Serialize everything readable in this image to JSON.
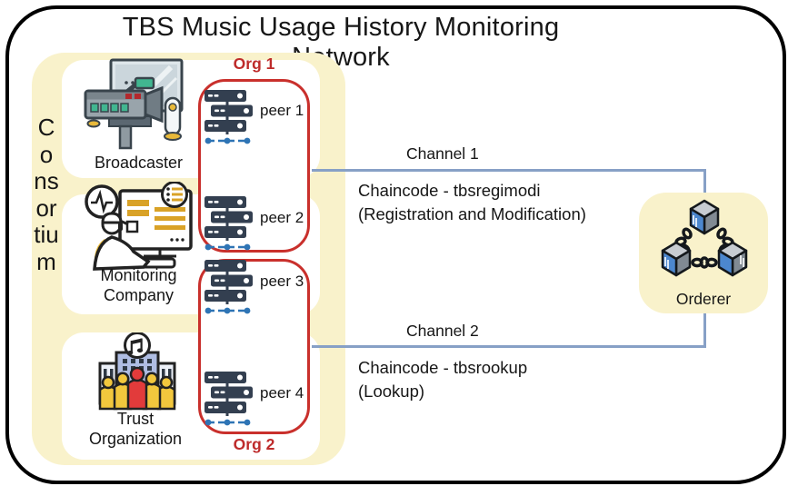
{
  "title": "TBS Music Usage History Monitoring Network",
  "consortium": {
    "label": "Consortium"
  },
  "organizations": [
    {
      "name": "Broadcaster",
      "icon": "broadcaster-icon"
    },
    {
      "name": "Monitoring Company",
      "icon": "monitoring-company-icon"
    },
    {
      "name": "Trust Organization",
      "icon": "trust-organization-icon"
    }
  ],
  "org_groups": [
    {
      "label": "Org 1",
      "peers": [
        "peer 1",
        "peer 2"
      ]
    },
    {
      "label": "Org 2",
      "peers": [
        "peer 3",
        "peer 4"
      ]
    }
  ],
  "channels": [
    {
      "label": "Channel 1",
      "chaincode": "Chaincode - tbsregimodi",
      "description": "(Registration and Modification)"
    },
    {
      "label": "Channel 2",
      "chaincode": "Chaincode - tbsrookup",
      "description": "(Lookup)"
    }
  ],
  "orderer": {
    "label": "Orderer"
  },
  "colors": {
    "consortium_fill": "#F9F2CB",
    "org_group_stroke": "#C9302C",
    "org_tag_text": "#BE2B2B",
    "channel_line": "#87A0C6",
    "server_body": "#333F50",
    "server_network": "#2E74B5",
    "frame": "#000000"
  }
}
